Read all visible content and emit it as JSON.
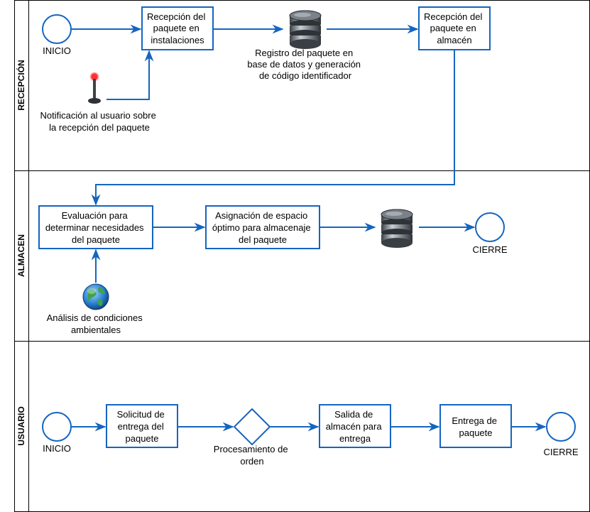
{
  "colors": {
    "flow": "#1565c0",
    "box": "#1565c0",
    "lane_border": "#000000"
  },
  "lanes": {
    "recepcion": "RECEPCIÓN",
    "almacen": "ALMACEN",
    "usuario": "USUARIO"
  },
  "recepcion": {
    "start_label": "INICIO",
    "box1": [
      "Recepción del",
      "paquete en",
      "instalaciones"
    ],
    "db_label": [
      "Registro del paquete en",
      "base de datos y generación",
      "de código identificador"
    ],
    "db_icon": "database-icon",
    "box2": [
      "Recepción del",
      "paquete en",
      "almacén"
    ],
    "antenna_icon": "antenna-icon",
    "antenna_label": [
      "Notificación al usuario sobre",
      "la recepción del paquete"
    ]
  },
  "almacen": {
    "box1": [
      "Evaluación para",
      "determinar necesidades",
      "del paquete"
    ],
    "box2": [
      "Asignación de espacio",
      "óptimo para almacenaje",
      "del paquete"
    ],
    "db_icon": "database-icon",
    "end_label": "CIERRE",
    "globe_icon": "globe-icon",
    "globe_label": [
      "Análisis de condiciones",
      "ambientales"
    ]
  },
  "usuario": {
    "start_label": "INICIO",
    "box1": [
      "Solicitud de",
      "entrega del",
      "paquete"
    ],
    "gateway_label": [
      "Procesamiento de",
      "orden"
    ],
    "box2": [
      "Salida de",
      "almacén para",
      "entrega"
    ],
    "box3": [
      "Entrega de",
      "paquete"
    ],
    "end_label": "CIERRE"
  }
}
